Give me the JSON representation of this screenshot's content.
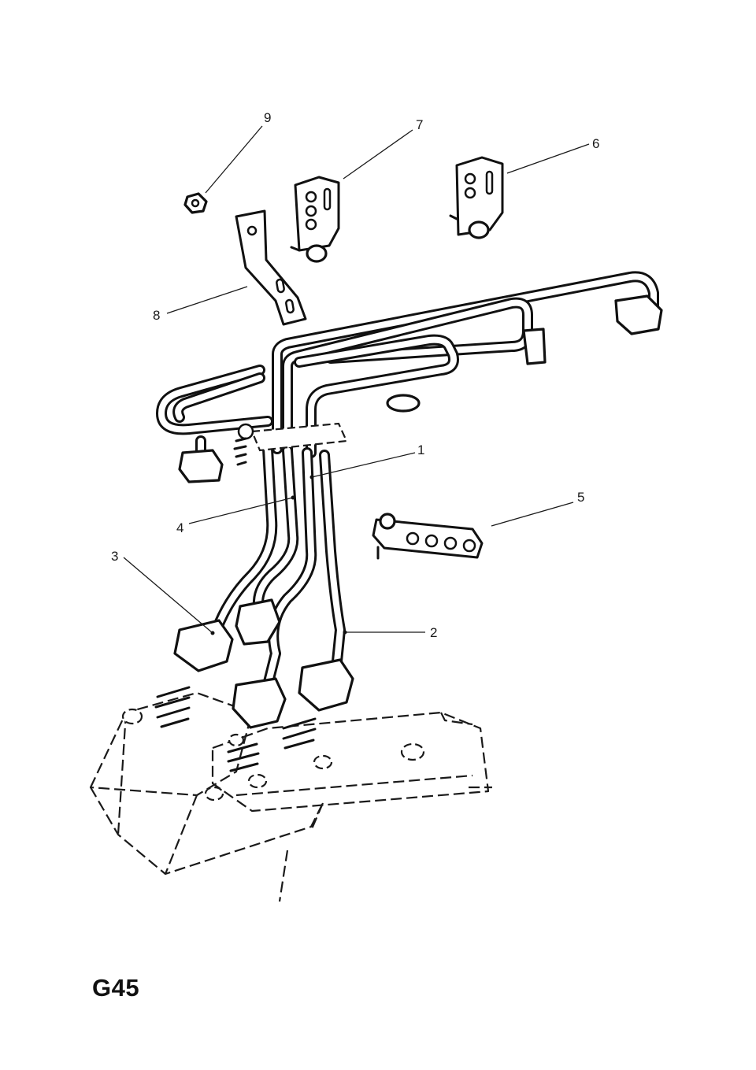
{
  "page_code": "G45",
  "callouts": [
    {
      "id": "1",
      "text": "1"
    },
    {
      "id": "2",
      "text": "2"
    },
    {
      "id": "3",
      "text": "3"
    },
    {
      "id": "4",
      "text": "4"
    },
    {
      "id": "5",
      "text": "5"
    },
    {
      "id": "6",
      "text": "6"
    },
    {
      "id": "7",
      "text": "7"
    },
    {
      "id": "8",
      "text": "8"
    },
    {
      "id": "9",
      "text": "9"
    }
  ],
  "colors": {
    "line": "#111111",
    "background": "#ffffff"
  }
}
